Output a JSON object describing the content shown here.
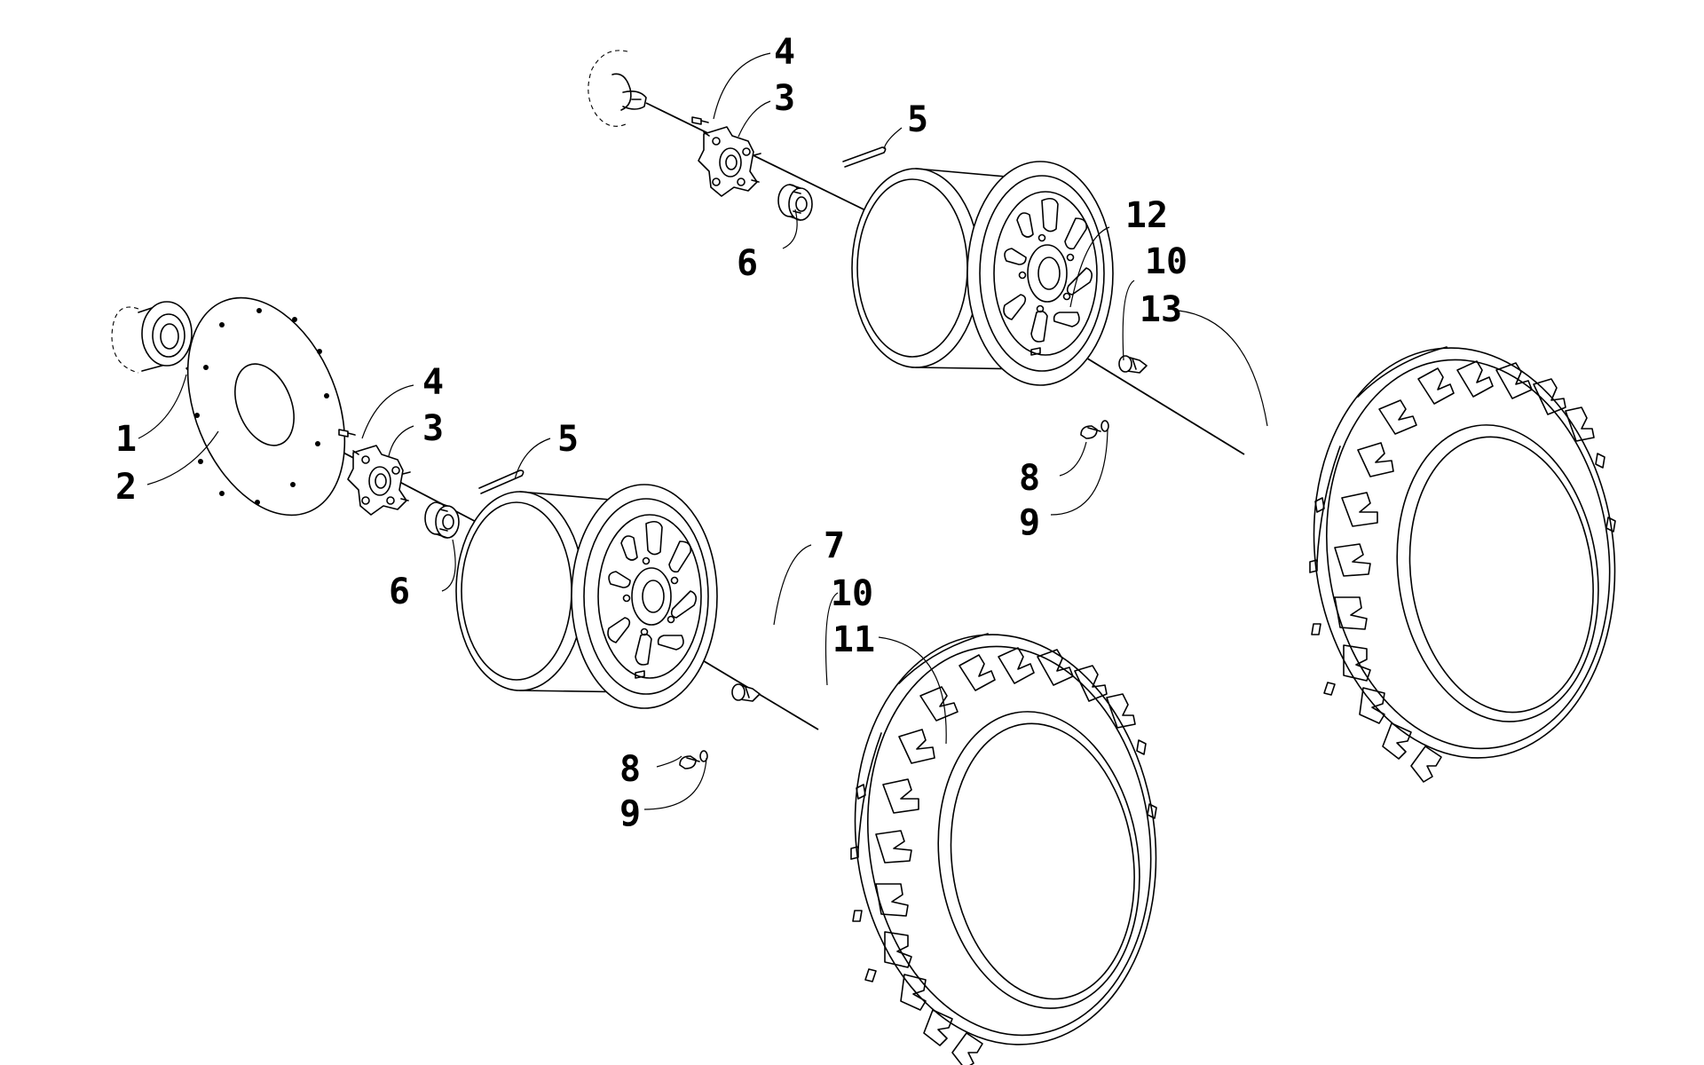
{
  "parts": [
    {
      "key": "brake_disc_bolt",
      "callout": "1"
    },
    {
      "key": "brake_disc",
      "callout": "2"
    },
    {
      "key": "wheel_hub",
      "callout": "3"
    },
    {
      "key": "hub_stud",
      "callout": "4"
    },
    {
      "key": "cotter_pin",
      "callout": "5"
    },
    {
      "key": "castle_nut",
      "callout": "6"
    },
    {
      "key": "front_wheel",
      "callout": "7"
    },
    {
      "key": "valve_stem",
      "callout": "8"
    },
    {
      "key": "valve_cap",
      "callout": "9"
    },
    {
      "key": "lug_nut",
      "callout": "10"
    },
    {
      "key": "front_tire",
      "callout": "11"
    },
    {
      "key": "rear_wheel",
      "callout": "12"
    },
    {
      "key": "rear_tire",
      "callout": "13"
    }
  ]
}
